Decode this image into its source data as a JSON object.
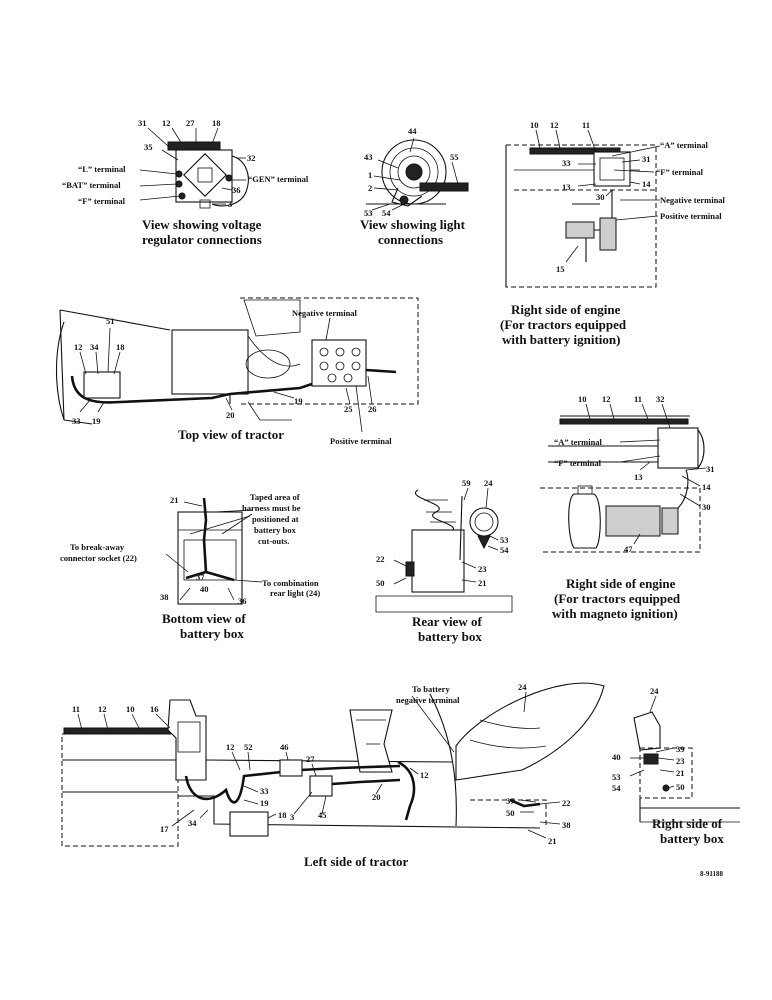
{
  "figure": {
    "captions": {
      "voltage_regulator": [
        "View showing voltage",
        "regulator connections"
      ],
      "light_connections": [
        "View showing light",
        "connections"
      ],
      "right_side_battery_ignition": [
        "Right side of engine",
        "(For tractors equipped",
        "with battery  ignition)"
      ],
      "top_view": "Top view of tractor",
      "bottom_view_battery_box": [
        "Bottom view of",
        "battery box"
      ],
      "rear_view_battery_box": [
        "Rear view of",
        "battery box"
      ],
      "right_side_magneto_ignition": [
        "Right side of engine",
        "(For tractors equipped",
        "with magneto ignition)"
      ],
      "left_side": "Left side of tractor",
      "right_side_battery_box": [
        "Right side of",
        "battery box"
      ]
    },
    "callouts": {
      "l_terminal": "“L” terminal",
      "bat_terminal": "“BAT” terminal",
      "f_terminal": "“F” terminal",
      "gen_terminal": "“GEN” terminal",
      "a_terminal": "“A” terminal",
      "negative_terminal": "Negative terminal",
      "positive_terminal": "Positive terminal",
      "taped_area": [
        "Taped area of",
        "harness must be",
        "positioned at",
        "battery box",
        "cut-outs."
      ],
      "to_break_away": [
        "To break-away",
        "connector socket (22)"
      ],
      "to_combination": [
        "To combination",
        "rear light (24)"
      ],
      "to_battery_negative": [
        "To battery",
        "negative terminal"
      ]
    },
    "figure_id": "8-91188"
  }
}
